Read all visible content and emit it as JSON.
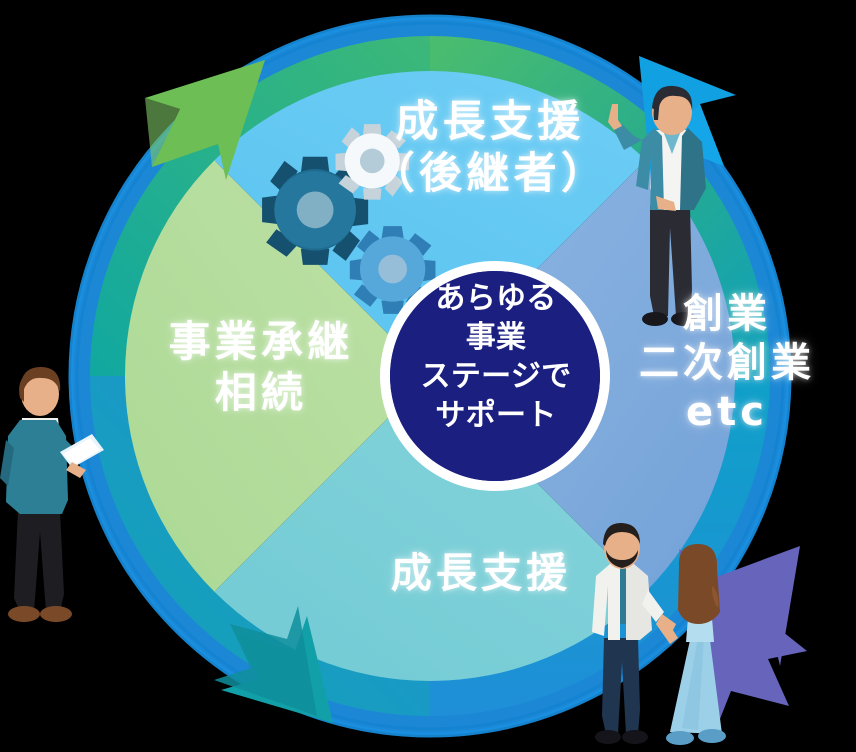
{
  "diagram": {
    "title": "あらゆる事業ステージでサポート サイクル図",
    "center": {
      "text": "あらゆる\n事業\nステージで\nサポート",
      "bg_color": "#1b2080",
      "ring_color": "#ffffff",
      "text_color": "#ffffff"
    },
    "quadrants": [
      {
        "id": "growth-successor",
        "label": "成長支援\n（後継者）",
        "position": "top",
        "fill_color": "#5cc5f2",
        "arrow_color": "#0f9fe0",
        "arrow_direction": "down-right"
      },
      {
        "id": "founding",
        "label": "創業\n二次創業\netc",
        "position": "right",
        "fill_color": "#7aa9dd",
        "arrow_color": "#6664bb",
        "arrow_direction": "down-left"
      },
      {
        "id": "growth",
        "label": "成長支援",
        "position": "bottom",
        "fill_color": "#7fd2da",
        "arrow_color": "#14a3ab",
        "arrow_direction": "up-left"
      },
      {
        "id": "business-succession",
        "label": "事業承継\n相続",
        "position": "left",
        "fill_color": "#b6dd9c",
        "arrow_color": "#6cbe55",
        "arrow_direction": "up-right"
      }
    ],
    "outer_ring": {
      "gradient_stops": [
        "#3cb878",
        "#1ba99c",
        "#0fa3b4",
        "#1b9ed0"
      ],
      "outline_color": "#1e8fe0"
    },
    "figures": [
      {
        "id": "man-pointing",
        "description": "創業エリアの指さす男性",
        "shirt_color": "#3d8ca5",
        "trousers_color": "#2b2b33"
      },
      {
        "id": "handshake-pair",
        "description": "成長支援エリアの握手する男女",
        "man_jacket_color": "#f1f1ee",
        "woman_dress_color": "#9ccfe8"
      },
      {
        "id": "man-tablet",
        "description": "左外側のタブレットを持つ男性",
        "sweater_color": "#2d7f96",
        "trousers_color": "#1d1d22"
      }
    ],
    "icons": [
      {
        "id": "gears",
        "description": "成長支援（後継者）エリアの歯車",
        "colors": [
          "#1f6b8f",
          "#e6eef2",
          "#4c9fd4"
        ]
      }
    ]
  }
}
